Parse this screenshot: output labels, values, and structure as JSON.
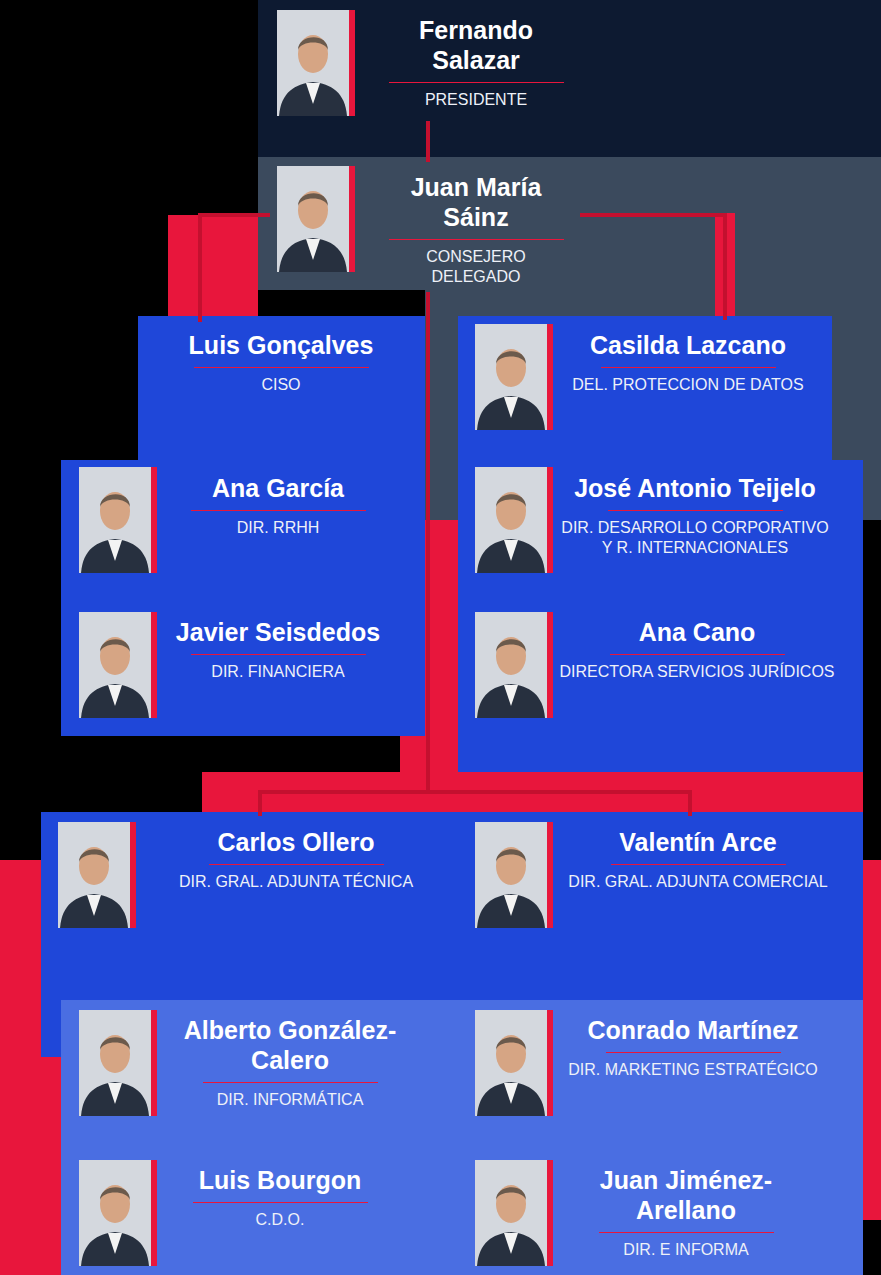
{
  "diagram": {
    "nodes": [
      {
        "text": [
          "Fernando Salazar",
          "PRESIDENTE"
        ]
      },
      {
        "text": [
          "Juan María Sáinz",
          "CONSEJERO DELEGADO"
        ]
      },
      {
        "text": [
          "Luis Gonçalves",
          "CISO"
        ]
      },
      {
        "text": [
          "Casilda Lazcano",
          "DEL. PROTECCION DE DATOS"
        ]
      },
      {
        "text": [
          "Ana García",
          "DIR. RRHH"
        ]
      },
      {
        "text": [
          "José Antonio Teijelo",
          "DIR. DESARROLLO CORPORATIVO Y R. INTERNACIONALES"
        ]
      },
      {
        "text": [
          "Javier Seisdedos",
          "DIR. FINANCIERA"
        ]
      },
      {
        "text": [
          "Ana Cano",
          "DIRECTORA SERVICIOS JURÍDICOS"
        ]
      },
      {
        "text": [
          "Carlos Ollero",
          "DIR. GRAL. ADJUNTA TÉCNICA"
        ]
      },
      {
        "text": [
          "Valentín Arce",
          "DIR. GRAL. ADJUNTA COMERCIAL"
        ]
      },
      {
        "text": [
          "Alberto González-Calero",
          "DIR. INFORMÁTICA"
        ]
      },
      {
        "text": [
          "Conrado Martínez",
          "DIR. MARKETING ESTRATÉGICO"
        ]
      },
      {
        "text": [
          "Luis Bourgon",
          "C.D.O."
        ]
      },
      {
        "text": [
          "Juan Jiménez-Arellano",
          "DIR. E INFORMA"
        ]
      }
    ],
    "edges": [
      {
        "from": 0,
        "to": 1,
        "arrow": "none"
      },
      {
        "from": 1,
        "to": 2,
        "arrow": "none"
      },
      {
        "from": 1,
        "to": 3,
        "arrow": "none"
      },
      {
        "from": 1,
        "to": 8,
        "arrow": "none"
      },
      {
        "from": 1,
        "to": 9,
        "arrow": "none"
      }
    ]
  }
}
